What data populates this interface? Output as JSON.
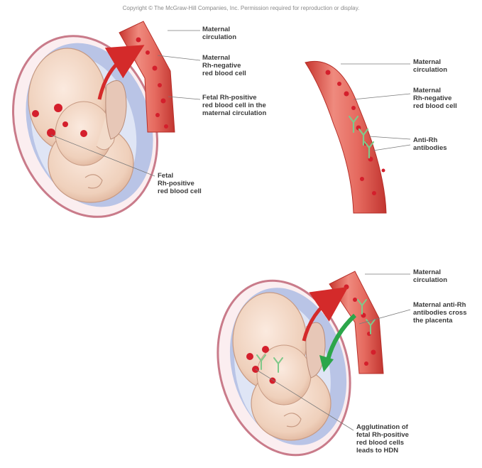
{
  "copyright": "Copyright © The McGraw-Hill Companies, Inc. Permission required for reproduction or display.",
  "colors": {
    "vessel": "#d9463f",
    "vessel_light": "#ee8a7f",
    "rbc": "#d41f2c",
    "womb_wall": "#c97b8a",
    "womb_fill": "#b9c4e6",
    "fetus_skin": "#f1d7c4",
    "arrow_red": "#d42a2a",
    "arrow_green": "#2ca64a",
    "antibody": "#7fc98a",
    "leader": "#7a7a7a"
  },
  "panel1": {
    "label_maternal_circulation": [
      "Maternal",
      "circulation"
    ],
    "label_maternal_rh_negative": [
      "Maternal",
      "Rh-negative",
      "red blood cell"
    ],
    "label_fetal_rbc_in_maternal": [
      "Fetal Rh-positive",
      "red blood cell in the",
      "maternal circulation"
    ],
    "label_fetal_rh_positive": [
      "Fetal",
      "Rh-positive",
      "red blood cell"
    ]
  },
  "panel2": {
    "label_maternal_circulation": [
      "Maternal",
      "circulation"
    ],
    "label_maternal_rh_negative": [
      "Maternal",
      "Rh-negative",
      "red blood cell"
    ],
    "label_anti_rh": [
      "Anti-Rh",
      "antibodies"
    ]
  },
  "panel3": {
    "label_maternal_circulation": [
      "Maternal",
      "circulation"
    ],
    "label_antibodies_cross": [
      "Maternal anti-Rh",
      "antibodies cross",
      "the placenta"
    ],
    "label_agglutination": [
      "Agglutination of",
      "fetal Rh-positive",
      "red blood cells",
      "leads to HDN"
    ]
  }
}
